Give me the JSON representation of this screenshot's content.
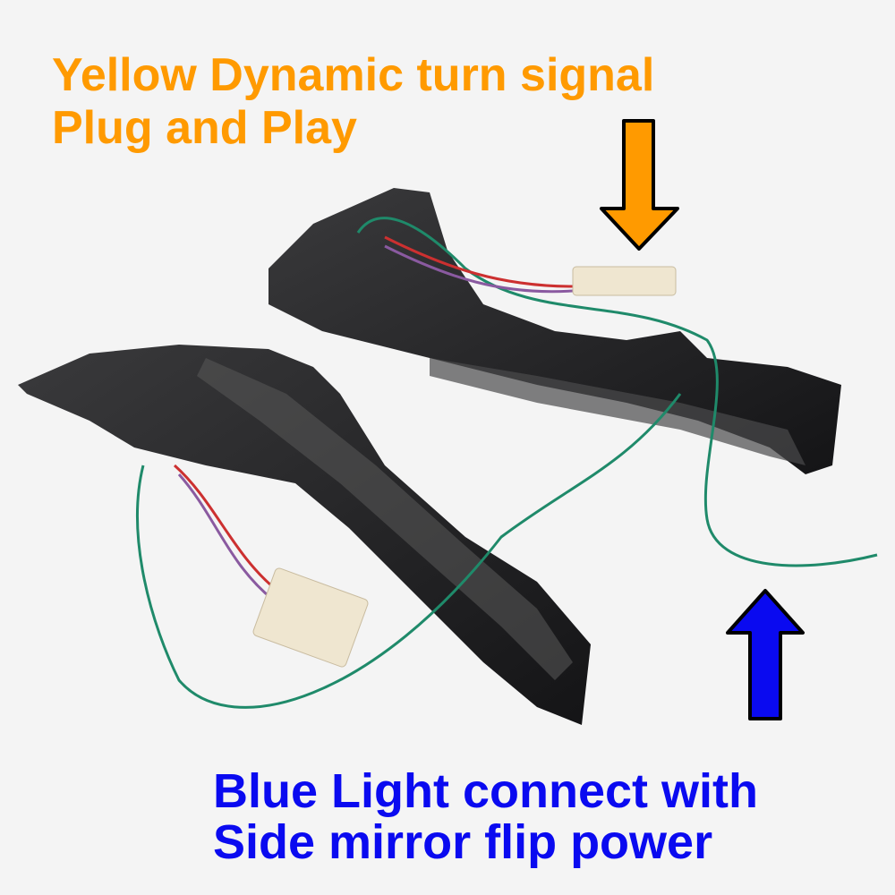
{
  "captions": {
    "top_line1": "Yellow Dynamic turn signal",
    "top_line2": "Plug and Play",
    "bottom_line1": "Blue Light connect with",
    "bottom_line2": "Side mirror flip power"
  },
  "colors": {
    "orange": "#ff9a00",
    "blue": "#0a0af0",
    "housing": "#2a2a2c",
    "wire_green": "#1f8a6a"
  },
  "icons": [
    "arrow-down-icon",
    "arrow-up-icon"
  ]
}
